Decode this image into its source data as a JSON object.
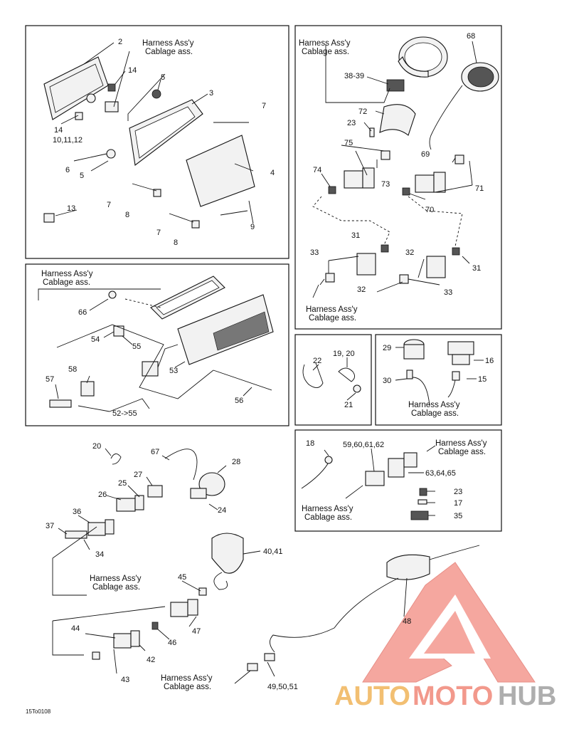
{
  "harness": {
    "en": "Harness Ass'y",
    "fr": "Cablage ass."
  },
  "labels": {
    "p2": "2",
    "p14a": "14",
    "p14b": "14",
    "p101112": "10,11,12",
    "p5a": "5",
    "p5b": "5",
    "p3": "3",
    "p7a": "7",
    "p7b": "7",
    "p7c": "7",
    "p6": "6",
    "p4": "4",
    "p8a": "8",
    "p8b": "8",
    "p13": "13",
    "p9": "9",
    "p68": "68",
    "p3839": "38-39",
    "p72": "72",
    "p23a": "23",
    "p75": "75",
    "p69": "69",
    "p74": "74",
    "p73": "73",
    "p71": "71",
    "p70": "70",
    "p31a": "31",
    "p33a": "33",
    "p32a": "32",
    "p32b": "32",
    "p31b": "31",
    "p33b": "33",
    "p66": "66",
    "p54": "54",
    "p55": "55",
    "p58": "58",
    "p57": "57",
    "p53": "53",
    "p56": "56",
    "p5255": "52->55",
    "p22": "22",
    "p1920": "19, 20",
    "p21": "21",
    "p29": "29",
    "p16": "16",
    "p30": "30",
    "p15": "15",
    "p18": "18",
    "p59": "59,60,61,62",
    "p636465": "63,64,65",
    "p23b": "23",
    "p17": "17",
    "p35": "35",
    "p20": "20",
    "p67": "67",
    "p28": "28",
    "p27": "27",
    "p25": "25",
    "p26": "26",
    "p24": "24",
    "p36": "36",
    "p37": "37",
    "p34": "34",
    "p4041": "40,41",
    "p45": "45",
    "p47": "47",
    "p44": "44",
    "p46": "46",
    "p42": "42",
    "p43": "43",
    "p48": "48",
    "p495051": "49,50,51"
  },
  "code": "15To0108",
  "watermark": {
    "part1": "AUTO",
    "part2": "MOTO",
    "part3": "HUB"
  },
  "colors": {
    "accent": "#f0b050",
    "accent2": "#f08070",
    "wm_gray": "#9a9a9a",
    "triangle": "#f28a80"
  }
}
